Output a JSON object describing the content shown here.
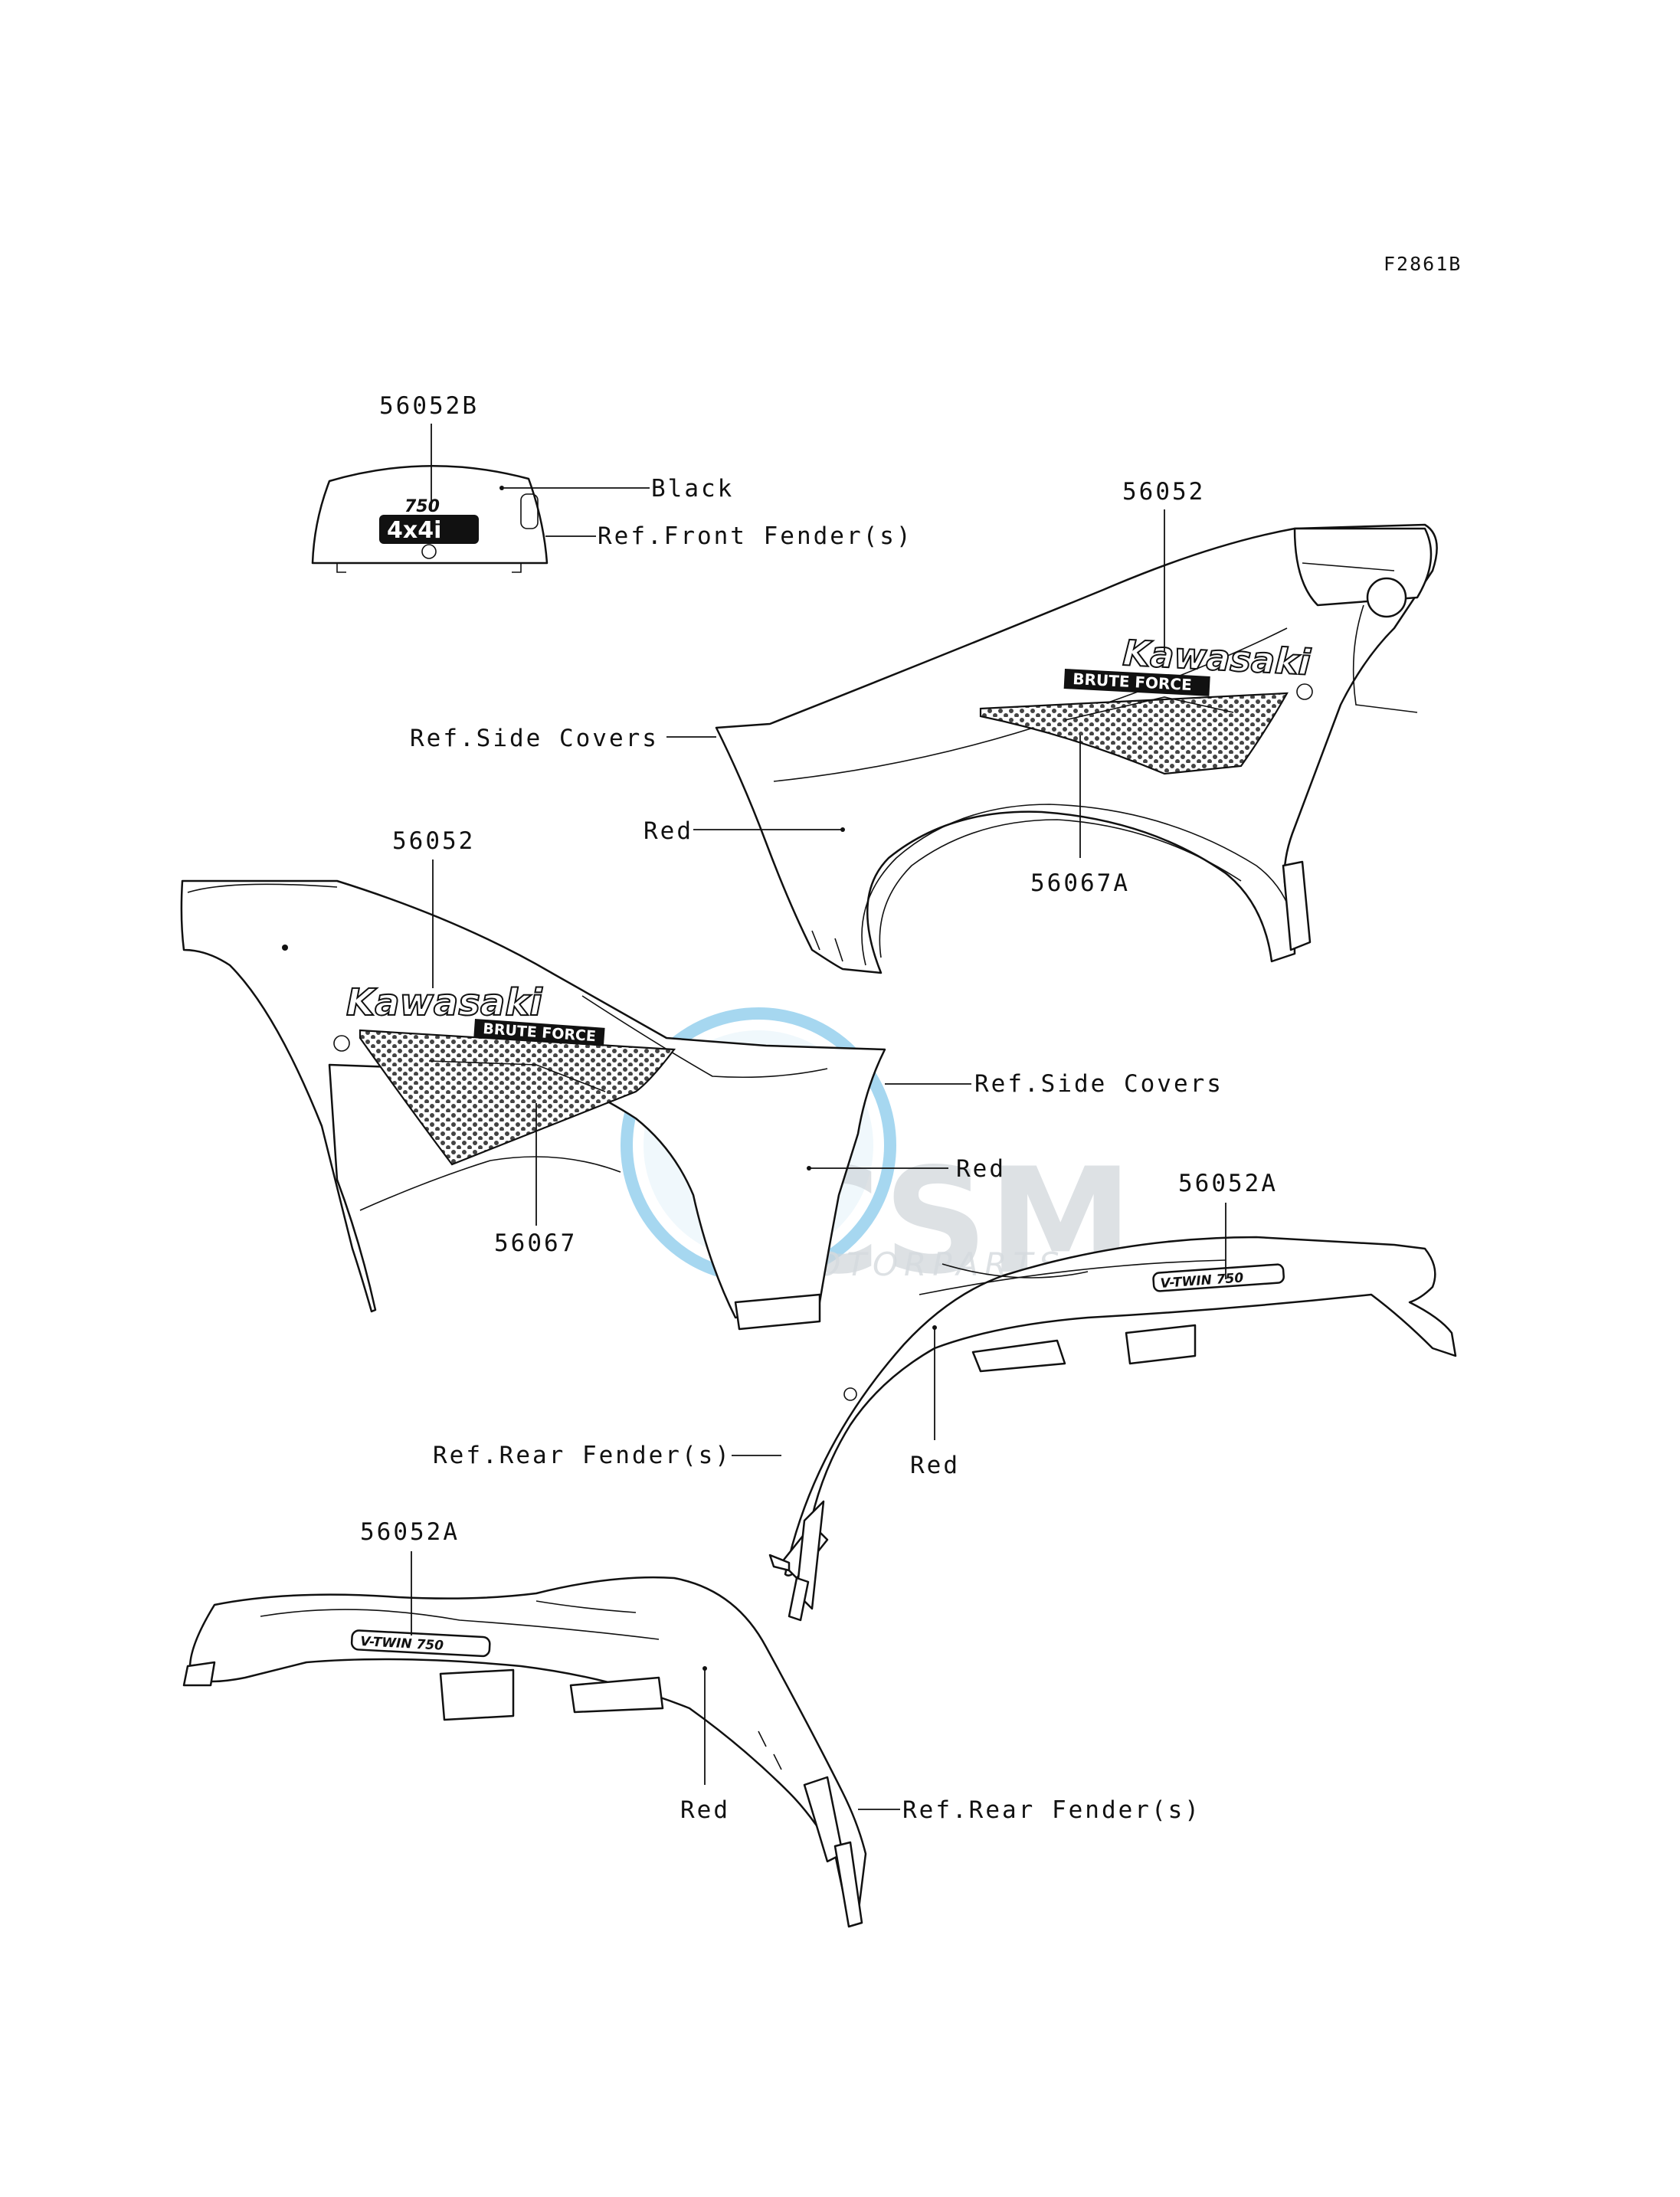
{
  "figure_code": "F2861B",
  "callouts": {
    "part_56052B": "56052B",
    "black": "Black",
    "ref_front_fender": "Ref.Front Fender(s)",
    "part_56052_upper": "56052",
    "ref_side_covers_upper": "Ref.Side Covers",
    "red_upper": "Red",
    "part_56067A": "56067A",
    "part_56052_left": "56052",
    "ref_side_covers_lower": "Ref.Side Covers",
    "red_left": "Red",
    "part_56067": "56067",
    "part_56052A_right": "56052A",
    "ref_rear_fender_right": "Ref.Rear Fender(s)",
    "red_right": "Red",
    "part_56052A_left": "56052A",
    "red_bottom": "Red",
    "ref_rear_fender_bottom": "Ref.Rear Fender(s)"
  },
  "decal_text": {
    "brand": "Kawasaki",
    "model": "BRUTE FORCE",
    "badge": "4x4i",
    "badge_top": "750",
    "vforce": "V-TWIN 750"
  },
  "watermark": {
    "main": "CSM",
    "sub": "MOTORPARTS"
  },
  "colors": {
    "line": "#111111",
    "background": "#ffffff",
    "watermark_blue": "#3aa6dd",
    "watermark_gray": "#cfd5da"
  }
}
